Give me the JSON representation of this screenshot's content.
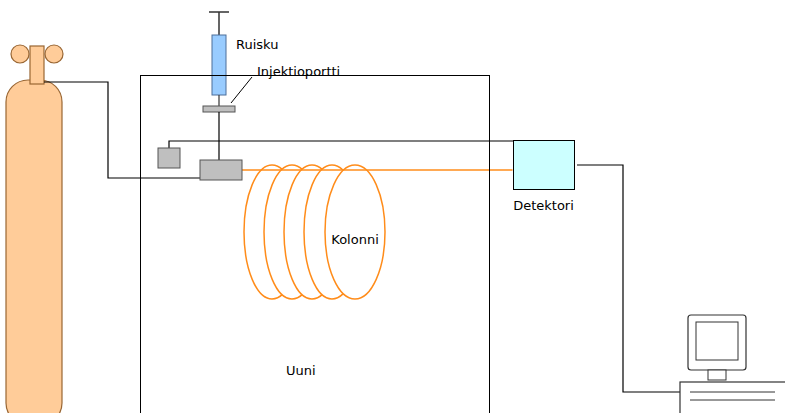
{
  "diagram": {
    "nodes": [
      {
        "text": [
          "Uuni"
        ]
      },
      {
        "text": [
          "Detektori"
        ]
      }
    ],
    "edges": [
      {
        "from": 0,
        "to": 1,
        "arrow": "none"
      }
    ],
    "labels": [
      "Ruisku",
      "Injektioportti",
      "Kolonni"
    ]
  }
}
